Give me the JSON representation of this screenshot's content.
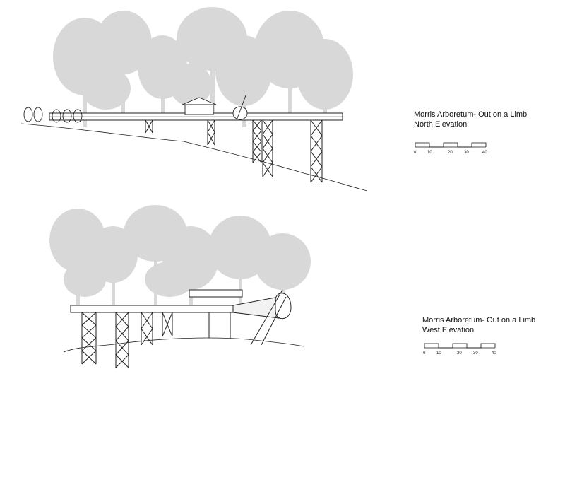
{
  "north": {
    "title_line1": "Morris Arboretum- Out on a Limb",
    "title_line2": "North  Elevation",
    "scale_ticks": [
      "0",
      "10",
      "20",
      "30",
      "40"
    ]
  },
  "west": {
    "title_line1": "Morris Arboretum- Out on a Limb",
    "title_line2": "West Elevation",
    "scale_ticks": [
      "0",
      "10",
      "20",
      "30",
      "40"
    ]
  },
  "colors": {
    "tree": "#cfcfcf",
    "tree_dark": "#b5b5b5",
    "structure": "#222222"
  }
}
